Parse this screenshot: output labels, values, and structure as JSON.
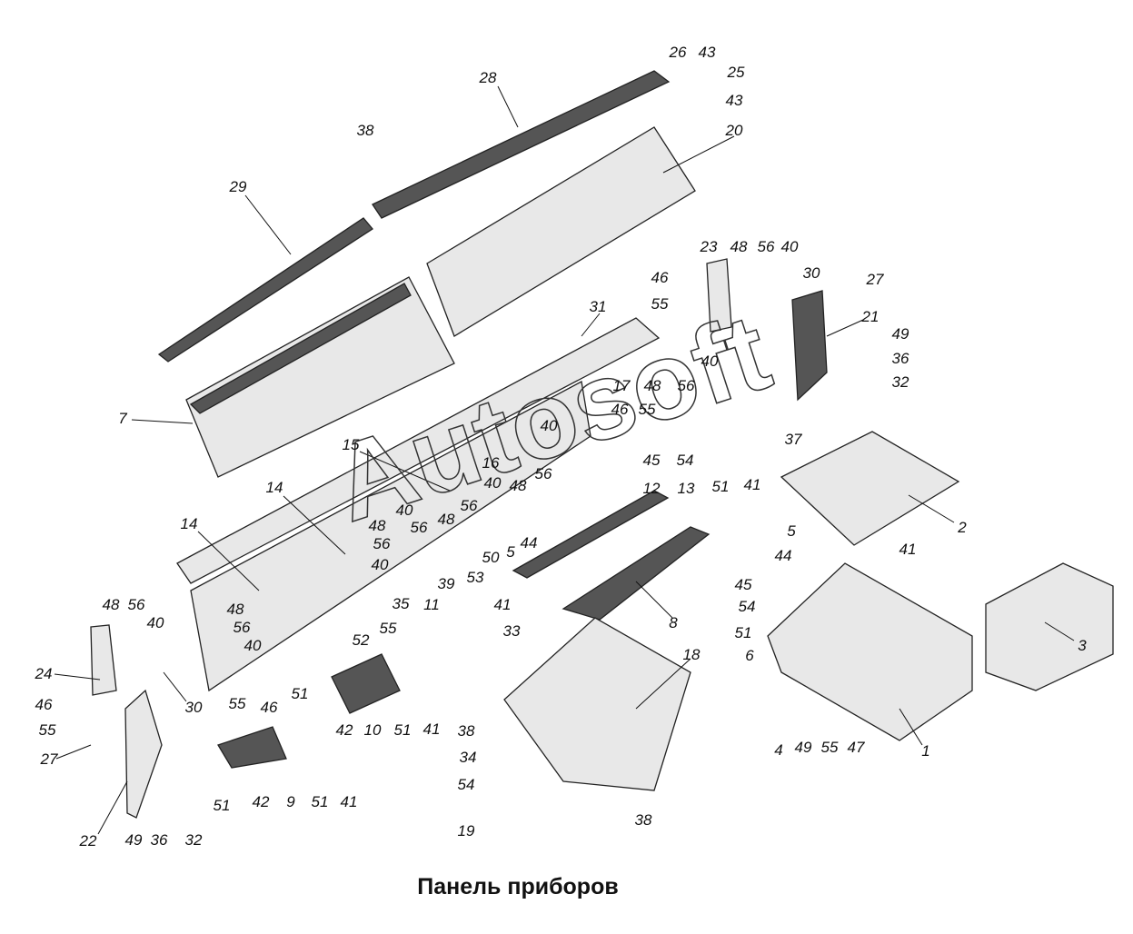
{
  "title": "Панель приборов",
  "watermark": "Autosoft",
  "colors": {
    "part_dark": "#555555",
    "part_light": "#e8e8e8",
    "ink": "#111111"
  },
  "labels": [
    "26",
    "43",
    "25",
    "43",
    "28",
    "20",
    "38",
    "29",
    "23",
    "48",
    "56",
    "40",
    "46",
    "30",
    "27",
    "55",
    "21",
    "49",
    "31",
    "36",
    "32",
    "40",
    "17",
    "48",
    "56",
    "7",
    "46",
    "55",
    "40",
    "37",
    "15",
    "16",
    "45",
    "54",
    "56",
    "40",
    "48",
    "14",
    "12",
    "13",
    "51",
    "41",
    "40",
    "56",
    "48",
    "56",
    "48",
    "56",
    "14",
    "2",
    "5",
    "50",
    "5",
    "44",
    "44",
    "41",
    "53",
    "39",
    "40",
    "11",
    "35",
    "48",
    "56",
    "52",
    "55",
    "45",
    "54",
    "48",
    "56",
    "40",
    "40",
    "41",
    "33",
    "8",
    "51",
    "6",
    "3",
    "24",
    "30",
    "55",
    "46",
    "18",
    "51",
    "42",
    "10",
    "51",
    "41",
    "46",
    "55",
    "38",
    "27",
    "1",
    "4",
    "49",
    "55",
    "47",
    "34",
    "54",
    "51",
    "42",
    "9",
    "51",
    "41",
    "22",
    "49",
    "36",
    "32",
    "38",
    "19"
  ]
}
